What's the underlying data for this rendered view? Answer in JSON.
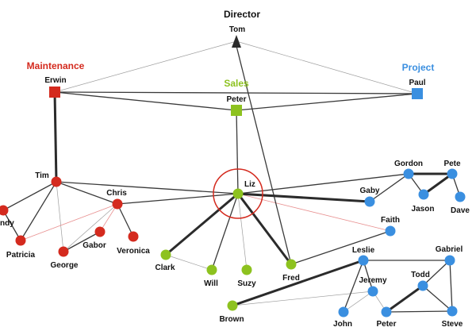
{
  "groups": {
    "director": {
      "label": "Director",
      "color": "#111111"
    },
    "maintenance": {
      "label": "Maintenance",
      "color": "#d42a1e"
    },
    "sales": {
      "label": "Sales",
      "color": "#8dc21f"
    },
    "project": {
      "label": "Project",
      "color": "#3a8fe0"
    }
  },
  "nodes": {
    "tom": "Tom",
    "erwin": "Erwin",
    "peter_sales": "Peter",
    "paul": "Paul",
    "tim": "Tim",
    "chris": "Chris",
    "andy": "ndy",
    "patricia": "Patricia",
    "gabor": "Gabor",
    "george": "George",
    "veronica": "Veronica",
    "liz": "Liz",
    "clark": "Clark",
    "will": "Will",
    "suzy": "Suzy",
    "fred": "Fred",
    "brown": "Brown",
    "gaby": "Gaby",
    "faith": "Faith",
    "gordon": "Gordon",
    "pete": "Pete",
    "jason": "Jason",
    "dave": "Dave",
    "leslie": "Leslie",
    "gabriel": "Gabriel",
    "jeremy": "Jeremy",
    "todd": "Todd",
    "john": "John",
    "peter_project": "Peter",
    "steve": "Steve"
  },
  "node_shapes": {
    "tom": "triangle",
    "erwin": "square",
    "peter_sales": "square",
    "paul": "square",
    "others": "circle"
  },
  "highlight": {
    "node": "liz",
    "shape": "ring",
    "color": "#d42a1e"
  }
}
